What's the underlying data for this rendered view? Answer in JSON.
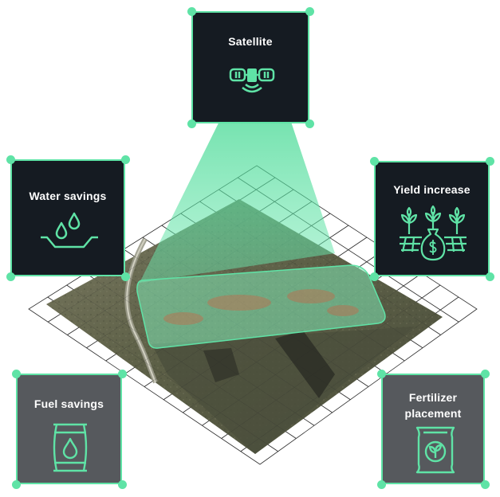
{
  "cards": {
    "satellite": {
      "label": "Satellite",
      "icon": "satellite-icon"
    },
    "water": {
      "label": "Water savings",
      "icon": "water-drops-icon"
    },
    "yield": {
      "label": "Yield increase",
      "icon": "crops-money-bag-icon"
    },
    "fuel": {
      "label": "Fuel savings",
      "icon": "fuel-barrel-icon"
    },
    "fertilizer": {
      "label_line1": "Fertilizer",
      "label_line2": "placement",
      "icon": "fertilizer-bag-icon"
    }
  },
  "colors": {
    "accent": "#5fe3a6",
    "dark_card": "#151b22",
    "gray_card": "#56595d",
    "grid": "#2b2b2b"
  }
}
